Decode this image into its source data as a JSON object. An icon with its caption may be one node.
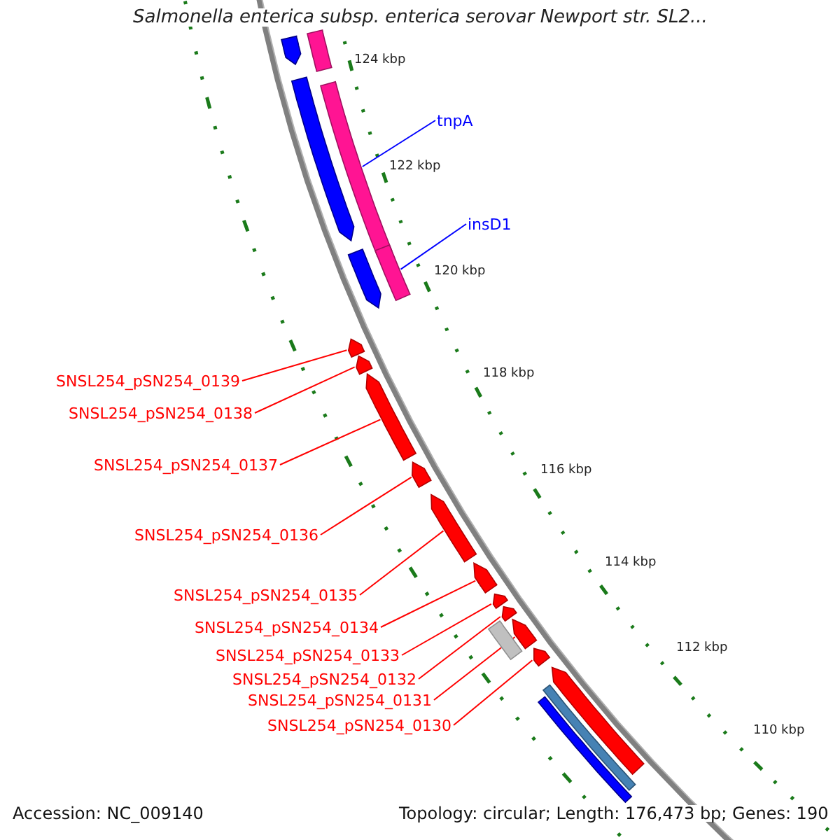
{
  "diagram": {
    "title": "Salmonella enterica subsp. enterica serovar Newport str. SL2...",
    "nodes": [
      {
        "text": [
          "tnpA"
        ]
      },
      {
        "text": [
          "insD1"
        ]
      },
      {
        "text": [
          "SNSL254_pSN254_0139"
        ]
      },
      {
        "text": [
          "SNSL254_pSN254_0138"
        ]
      },
      {
        "text": [
          "SNSL254_pSN254_0137"
        ]
      },
      {
        "text": [
          "SNSL254_pSN254_0136"
        ]
      },
      {
        "text": [
          "SNSL254_pSN254_0135"
        ]
      },
      {
        "text": [
          "SNSL254_pSN254_0134"
        ]
      },
      {
        "text": [
          "SNSL254_pSN254_0133"
        ]
      },
      {
        "text": [
          "SNSL254_pSN254_0132"
        ]
      },
      {
        "text": [
          "SNSL254_pSN254_0131"
        ]
      },
      {
        "text": [
          "SNSL254_pSN254_0130"
        ]
      },
      {
        "text": [],
        "shape": "bar"
      },
      {
        "text": [],
        "shape": "bar"
      },
      {
        "text": [],
        "shape": "bar"
      },
      {
        "text": [],
        "shape": "bar"
      },
      {
        "text": [],
        "shape": "bar"
      },
      {
        "text": [],
        "shape": "bar"
      },
      {
        "text": [],
        "shape": "bar"
      },
      {
        "text": [],
        "shape": "bar"
      },
      {
        "text": [],
        "shape": "bar"
      },
      {
        "text": [],
        "shape": "bar"
      },
      {
        "text": [],
        "shape": "bar"
      },
      {
        "text": [],
        "shape": "bar"
      },
      {
        "text": [],
        "shape": "bar"
      },
      {
        "text": [],
        "shape": "bar"
      },
      {
        "text": [],
        "shape": "bar"
      },
      {
        "text": [],
        "shape": "bar"
      },
      {
        "text": [],
        "shape": "bar"
      },
      {
        "text": [],
        "shape": "bar"
      },
      {
        "text": [],
        "shape": "bar"
      },
      {
        "text": [],
        "shape": "bar"
      }
    ],
    "edges": [
      {
        "from": 0,
        "to": 12,
        "arrow": "none",
        "color": "#0000ff"
      },
      {
        "from": 1,
        "to": 13,
        "arrow": "none",
        "color": "#0000ff"
      },
      {
        "from": 2,
        "to": 14,
        "arrow": "none"
      },
      {
        "from": 3,
        "to": 15,
        "arrow": "none"
      },
      {
        "from": 4,
        "to": 16,
        "arrow": "none"
      },
      {
        "from": 5,
        "to": 17,
        "arrow": "none"
      },
      {
        "from": 6,
        "to": 18,
        "arrow": "none"
      },
      {
        "from": 7,
        "to": 19,
        "arrow": "none"
      },
      {
        "from": 8,
        "to": 20,
        "arrow": "none"
      },
      {
        "from": 9,
        "to": 21,
        "arrow": "none"
      },
      {
        "from": 10,
        "to": 22,
        "arrow": "none"
      },
      {
        "from": 11,
        "to": 23,
        "arrow": "none"
      }
    ],
    "labels": [
      "124 kbp",
      "122 kbp",
      "120 kbp",
      "118 kbp",
      "116 kbp",
      "114 kbp",
      "112 kbp",
      "110 kbp",
      "Accession: NC_009140",
      "Topology: circular; Length: 176,473 bp; Genes: 190"
    ]
  }
}
